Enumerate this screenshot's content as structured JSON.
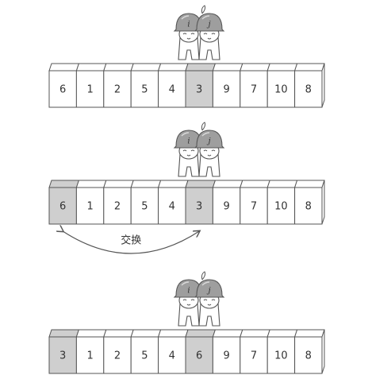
{
  "panels": [
    {
      "values": [
        "6",
        "1",
        "2",
        "5",
        "4",
        "3",
        "9",
        "7",
        "10",
        "8"
      ],
      "highlighted": [
        5
      ],
      "swap_arrow": false
    },
    {
      "values": [
        "6",
        "1",
        "2",
        "5",
        "4",
        "3",
        "9",
        "7",
        "10",
        "8"
      ],
      "highlighted": [
        0,
        5
      ],
      "swap_arrow": true
    },
    {
      "values": [
        "3",
        "1",
        "2",
        "5",
        "4",
        "6",
        "9",
        "7",
        "10",
        "8"
      ],
      "highlighted": [
        0,
        5
      ],
      "swap_arrow": false
    }
  ],
  "pointer_labels": [
    "i",
    "j"
  ],
  "swap_label": "交换",
  "colors": {
    "highlight_fill": "#cfcfcf",
    "cell_fill": "#ffffff",
    "stroke": "#555555",
    "helmet": "#9e9e9e"
  }
}
